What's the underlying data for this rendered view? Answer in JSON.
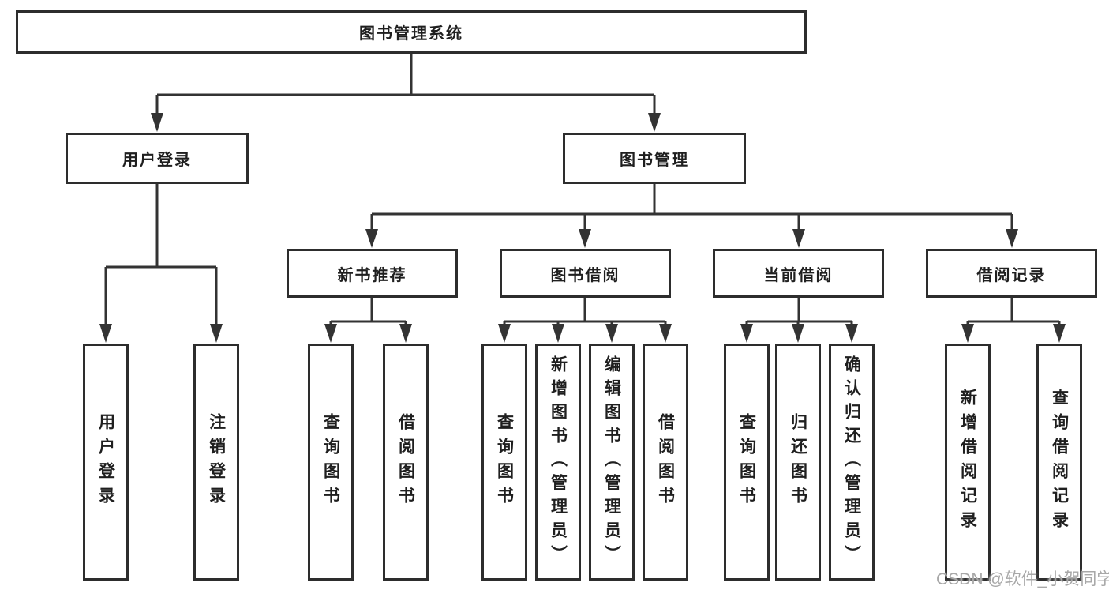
{
  "diagram": {
    "root": {
      "label": "图书管理系统"
    },
    "children": [
      {
        "label": "用户登录",
        "children": [
          {
            "label": "用户登录"
          },
          {
            "label": "注销登录"
          }
        ]
      },
      {
        "label": "图书管理",
        "children": [
          {
            "label": "新书推荐",
            "children": [
              {
                "label": "查询图书"
              },
              {
                "label": "借阅图书"
              }
            ]
          },
          {
            "label": "图书借阅",
            "children": [
              {
                "label": "查询图书"
              },
              {
                "label": "新增图书（管理员）"
              },
              {
                "label": "编辑图书（管理员）"
              },
              {
                "label": "借阅图书"
              }
            ]
          },
          {
            "label": "当前借阅",
            "children": [
              {
                "label": "查询图书"
              },
              {
                "label": "归还图书"
              },
              {
                "label": "确认归还（管理员）"
              }
            ]
          },
          {
            "label": "借阅记录",
            "children": [
              {
                "label": "新增借阅记录"
              },
              {
                "label": "查询借阅记录"
              }
            ]
          }
        ]
      }
    ]
  },
  "watermark": {
    "text": "CSDN @软件_小贺同学"
  },
  "colors": {
    "line": "#333333",
    "box_border": "#2d2d2d",
    "text": "#1f1f1f",
    "watermark": "#a8a8a8",
    "background": "#ffffff"
  }
}
